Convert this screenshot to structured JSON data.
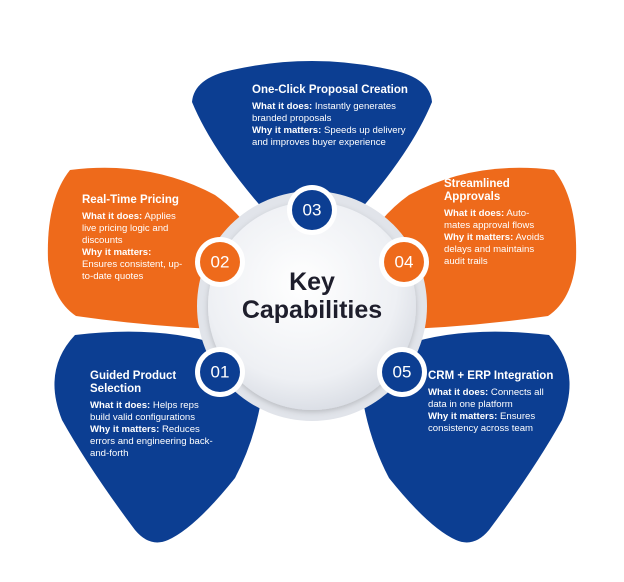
{
  "center": {
    "line1": "Key",
    "line2": "Capabilities"
  },
  "labels": {
    "what": "What it does:",
    "why": "Why it matters:"
  },
  "colors": {
    "blue": "#0c3e92",
    "orange": "#ee6a1b",
    "ring": "#d9dde5"
  },
  "capabilities": [
    {
      "number": "01",
      "title": "Guided Product Selection",
      "what": "Helps reps build valid configurations",
      "why": "Reduces errors and engineering back-and-forth",
      "color": "blue"
    },
    {
      "number": "02",
      "title": "Real-Time Pricing",
      "what": "Applies live pricing logic and discounts",
      "why": "Ensures consistent, up-to-date quotes",
      "color": "orange"
    },
    {
      "number": "03",
      "title": "One-Click Proposal Creation",
      "what": "Instantly generates branded proposals",
      "why": "Speeds up delivery and improves buyer experience",
      "color": "blue"
    },
    {
      "number": "04",
      "title": "Streamlined Approvals",
      "what": "Auto-mates approval flows",
      "why": "Avoids delays and maintains audit trails",
      "color": "orange"
    },
    {
      "number": "05",
      "title": "CRM + ERP Integration",
      "what": "Connects all data in one platform",
      "why": "Ensures consistency across team",
      "color": "blue"
    }
  ]
}
